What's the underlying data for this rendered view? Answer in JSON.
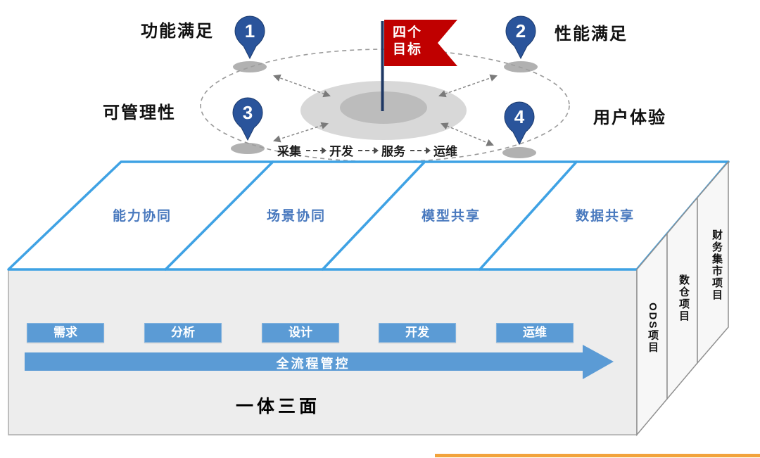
{
  "colors": {
    "pin_blue": "#2A549B",
    "panel_border_blue": "#3FA2E4",
    "panel_text_blue": "#4979BE",
    "button_blue": "#5B9BD5",
    "flag_red": "#C00000",
    "bottom_accent_orange": "#F2A33C"
  },
  "goals": {
    "flag": {
      "line1": "四个",
      "line2": "目标"
    },
    "pins": [
      {
        "num": "1",
        "label": "功能满足"
      },
      {
        "num": "2",
        "label": "性能满足"
      },
      {
        "num": "3",
        "label": "可管理性"
      },
      {
        "num": "4",
        "label": "用户体验"
      }
    ],
    "flow": [
      "采集",
      "开发",
      "服务",
      "运维"
    ]
  },
  "platform": {
    "top_panels": [
      "能力协同",
      "场景协同",
      "模型共享",
      "数据共享"
    ],
    "side_projects": [
      "ODS项目",
      "数仓项目",
      "财务集市项目"
    ],
    "stages": [
      "需求",
      "分析",
      "设计",
      "开发",
      "运维"
    ],
    "flow_arrow_label": "全流程管控",
    "caption": "一体三面"
  }
}
